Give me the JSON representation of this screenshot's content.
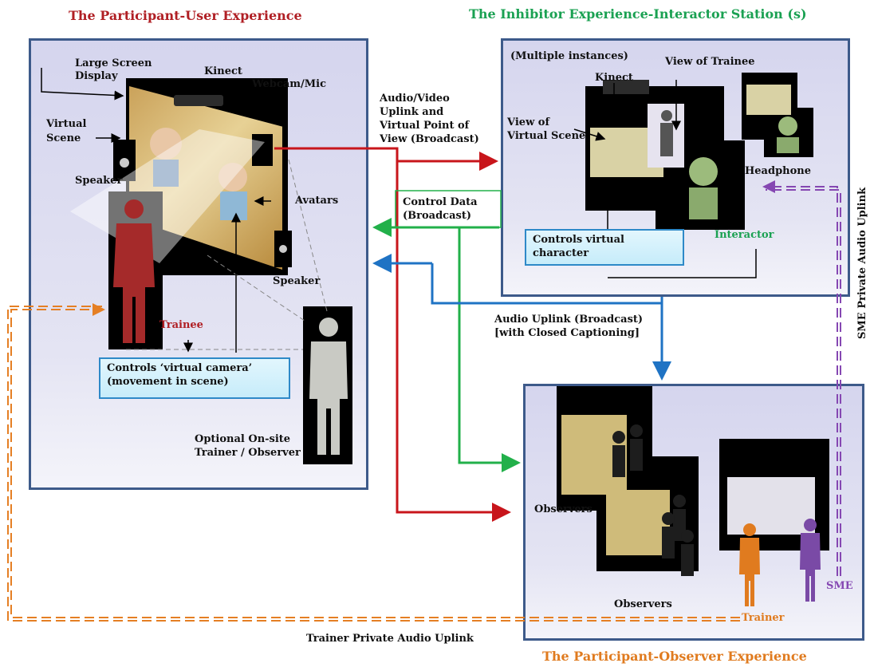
{
  "headings": {
    "participant_user": "The Participant-User Experience",
    "inhibitor": "The Inhibitor Experience-Interactor Station (s)",
    "participant_observer": "The Participant-Observer Experience"
  },
  "left_panel": {
    "large_screen_1": "Large Screen",
    "large_screen_2": "Display",
    "kinect": "Kinect",
    "webcam": "Webcam/Mic",
    "virtual_1": "Virtual",
    "virtual_2": "Scene",
    "speaker_left": "Speaker",
    "avatars": "Avatars",
    "speaker_right": "Speaker",
    "trainee": "Trainee",
    "controls_camera_1": "Controls ‘virtual camera’",
    "controls_camera_2": "(movement in scene)",
    "optional_1": "Optional On-site",
    "optional_2": "Trainer / Observer"
  },
  "middle": {
    "av_uplink_1": "Audio/Video",
    "av_uplink_2": "Uplink  and",
    "av_uplink_3": "Virtual Point of",
    "av_uplink_4": "View (Broadcast)",
    "control_data_1": "Control  Data",
    "control_data_2": "(Broadcast)",
    "audio_uplink_1": "Audio Uplink (Broadcast)",
    "audio_uplink_2": "[with Closed Captioning]",
    "trainer_private": "Trainer Private  Audio Uplink"
  },
  "right_top_panel": {
    "multiple": "(Multiple instances)",
    "view_trainee": "View of Trainee",
    "kinect": "Kinect",
    "view_scene_1": "View of",
    "view_scene_2": "Virtual Scene",
    "headphone": "Headphone",
    "controls_character_1": "Controls virtual",
    "controls_character_2": "character",
    "interactor": "Interactor"
  },
  "right_bottom_panel": {
    "observers_1": "Observers",
    "observers_2": "Observers",
    "trainer": "Trainer",
    "sme": "SME"
  },
  "side_label": "SME Private Audio Uplink",
  "colors": {
    "red_heading": "#b01f24",
    "green_heading": "#1aa152",
    "orange_heading": "#e07b1f",
    "red_arrow": "#c8151b",
    "green_arrow": "#22b04a",
    "blue_arrow": "#1f73c4",
    "orange_dashed": "#e57f24",
    "purple_dashed": "#8547b2"
  }
}
